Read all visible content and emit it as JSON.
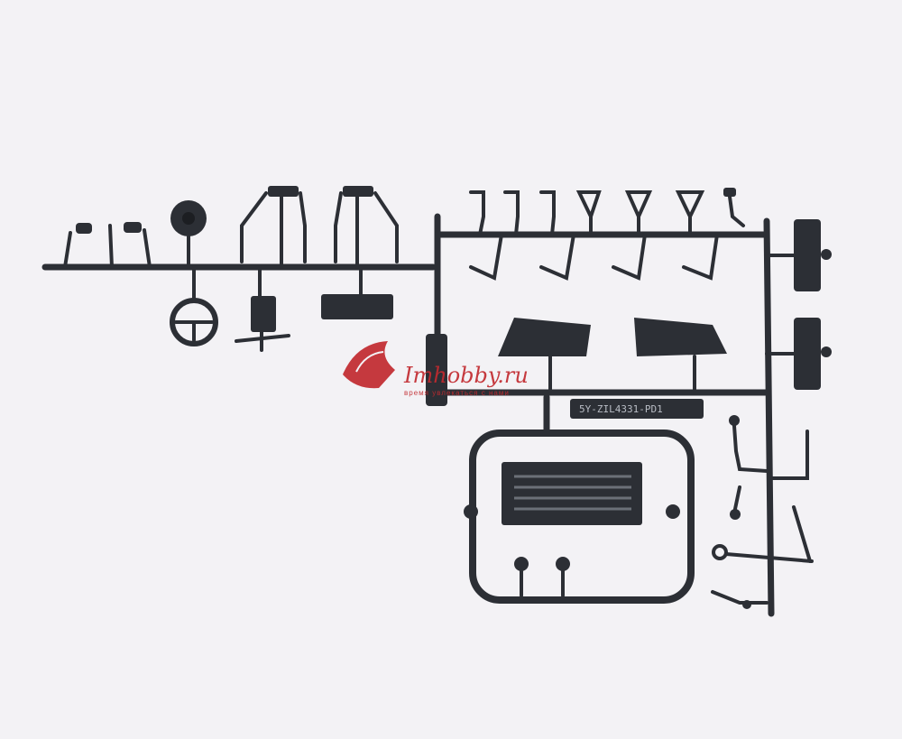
{
  "photo": {
    "background": "#f3f2f5",
    "plastic_color": "#2c2f35",
    "watermark_color": "#c22a2f"
  },
  "sprue": {
    "code_label": "5Y-ZIL4331-PD1"
  },
  "watermark": {
    "site": "Imhobby.ru",
    "tagline": "время увлекаться с нами"
  }
}
